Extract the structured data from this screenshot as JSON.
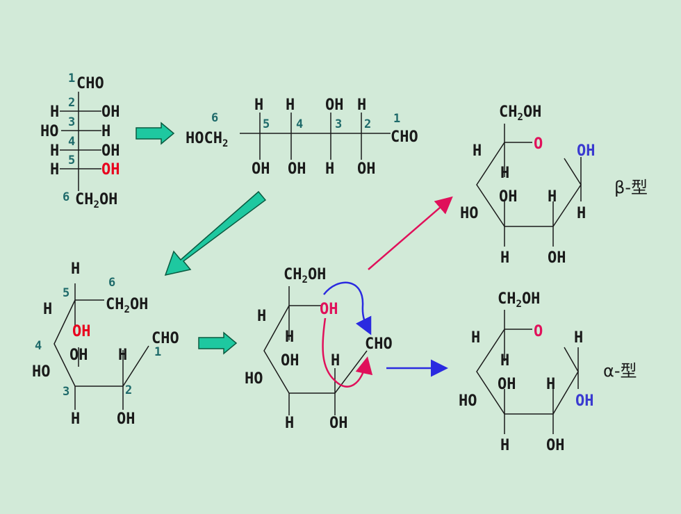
{
  "colors": {
    "background": "#d2ead8",
    "bond": "#1a1a1a",
    "text": "#1a1a1a",
    "number": "#1e6a6a",
    "highlight_red": "#e8001e",
    "ring_oxygen": "#e0105a",
    "beta_oh": "#3a3ad0",
    "flow_arrow_fill": "#1ec8a0",
    "flow_arrow_edge": "#0a5a40",
    "pink_arrow": "#e0105a",
    "blue_arrow": "#2a2ae0"
  },
  "fischer": {
    "top": "CHO",
    "rows": [
      {
        "num": "2",
        "left": "H",
        "right": "OH"
      },
      {
        "num": "3",
        "left": "HO",
        "right": "H"
      },
      {
        "num": "4",
        "left": "H",
        "right": "OH"
      },
      {
        "num": "5",
        "left": "H",
        "right": "OH"
      }
    ],
    "num1": "1",
    "num6": "6",
    "bottom_main": "CH",
    "bottom_sub": "2",
    "bottom_tail": "OH"
  },
  "chain": {
    "left_main": "HOCH",
    "left_sub": "2",
    "right": "CHO",
    "num6": "6",
    "num1": "1",
    "carbons": [
      {
        "num": "5",
        "top": "H",
        "bottom": "OH"
      },
      {
        "num": "4",
        "top": "H",
        "bottom": "OH"
      },
      {
        "num": "3",
        "top": "OH",
        "bottom": "H"
      },
      {
        "num": "2",
        "top": "H",
        "bottom": "OH"
      }
    ]
  },
  "open_ring": {
    "h_top": "H",
    "ch2oh_main": "CH",
    "ch2oh_sub": "2",
    "ch2oh_tail": "OH",
    "h_left": "H",
    "oh5": "OH",
    "cho": "CHO",
    "oh_mid": "OH",
    "h_mid": "H",
    "ho": "HO",
    "h_bot": "H",
    "oh_bot": "OH",
    "n1": "1",
    "n2": "2",
    "n3": "3",
    "n4": "4",
    "n5": "5",
    "n6": "6"
  },
  "mid_ring": {
    "ch2oh_main": "CH",
    "ch2oh_sub": "2",
    "ch2oh_tail": "OH",
    "h_left": "H",
    "oh5": "OH",
    "h_in": "H",
    "cho": "CHO",
    "oh_mid": "OH",
    "h_mid": "H",
    "ho": "HO",
    "h_bot": "H",
    "oh_bot": "OH"
  },
  "beta": {
    "ch2oh_main": "CH",
    "ch2oh_sub": "2",
    "ch2oh_tail": "OH",
    "o": "O",
    "h_left": "H",
    "oh_right": "OH",
    "h_in": "H",
    "oh_mid": "OH",
    "h_mid": "H",
    "ho": "HO",
    "h_right": "H",
    "h_bot": "H",
    "oh_bot": "OH",
    "label": "β-型"
  },
  "alpha": {
    "ch2oh_main": "CH",
    "ch2oh_sub": "2",
    "ch2oh_tail": "OH",
    "o": "O",
    "h_left": "H",
    "h_right": "H",
    "h_in": "H",
    "oh_mid": "OH",
    "h_mid": "H",
    "ho": "HO",
    "oh_right": "OH",
    "h_bot": "H",
    "oh_bot": "OH",
    "label": "α-型"
  }
}
